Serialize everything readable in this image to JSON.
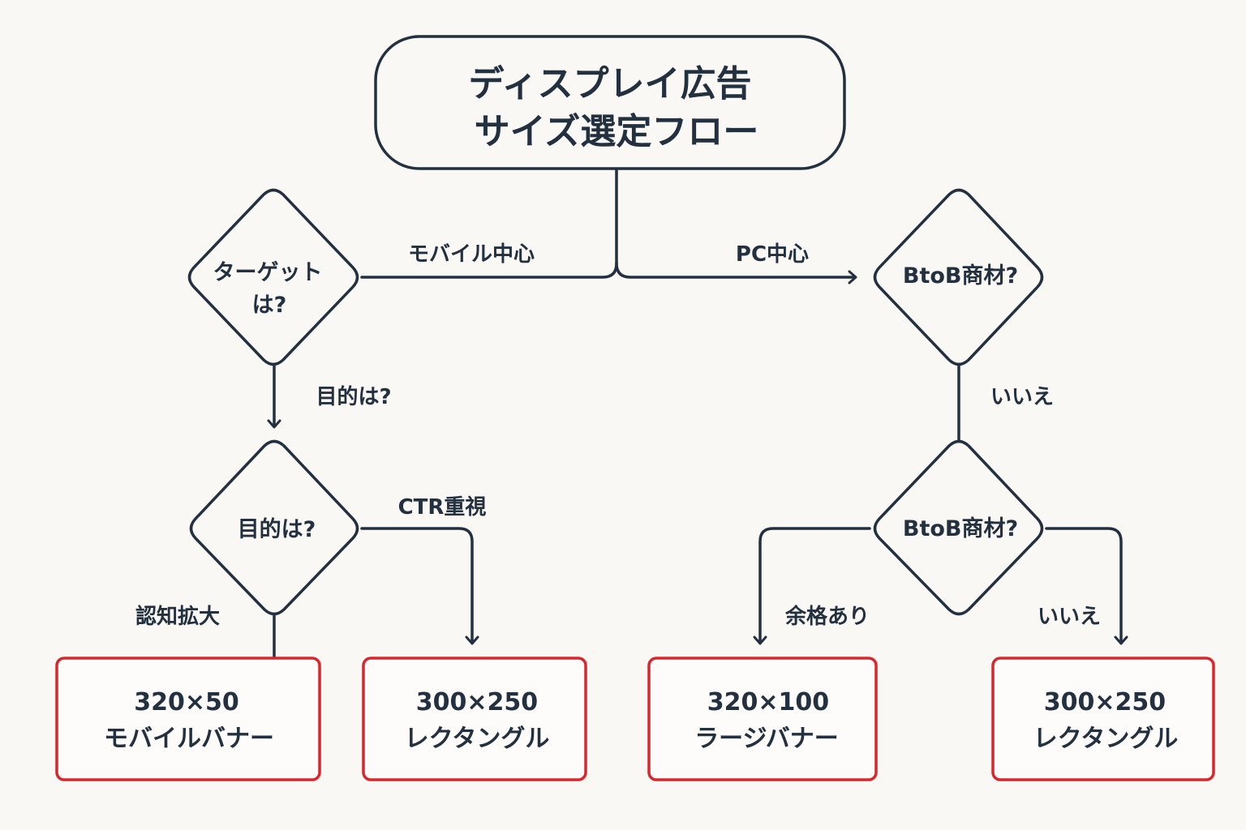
{
  "diagram": {
    "title_line1": "ディスプレイ広告",
    "title_line2": "サイズ選定フロー",
    "decisions": {
      "target_line1": "ターゲット",
      "target_line2": "は?",
      "purpose": "目的は?",
      "btob_top": "BtoB商材?",
      "btob_bottom": "BtoB商材?"
    },
    "edge_labels": {
      "mobile": "モバイル中心",
      "pc": "PC中心",
      "purpose_q": "目的は?",
      "no_top": "いいえ",
      "ctr": "CTR重視",
      "awareness": "認知拡大",
      "room": "余格あり",
      "no_bottom": "いいえ"
    },
    "results": [
      {
        "size": "320×50",
        "name": "モバイルバナー"
      },
      {
        "size": "300×250",
        "name": "レクタングル"
      },
      {
        "size": "320×100",
        "name": "ラージバナー"
      },
      {
        "size": "300×250",
        "name": "レクタングル"
      }
    ],
    "colors": {
      "line": "#23303f",
      "result_border": "#d9262c",
      "background": "#f9f8f5"
    }
  }
}
